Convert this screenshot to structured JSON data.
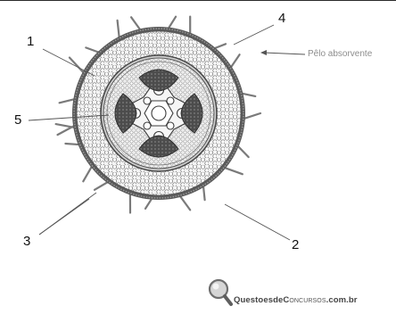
{
  "labels": {
    "one": "1",
    "two": "2",
    "three": "3",
    "four": "4",
    "five": "5",
    "absorbing_hair": "Pêlo absorvente"
  },
  "watermark": {
    "part1": "QuestoesdeC",
    "part2": "oncursos",
    "part3": ".com.br"
  },
  "colors": {
    "ink": "#3a3a3a",
    "dark_fill": "#4c4c4c",
    "mid_fill": "#8a8a8a",
    "light_fill": "#d8d8d8"
  }
}
